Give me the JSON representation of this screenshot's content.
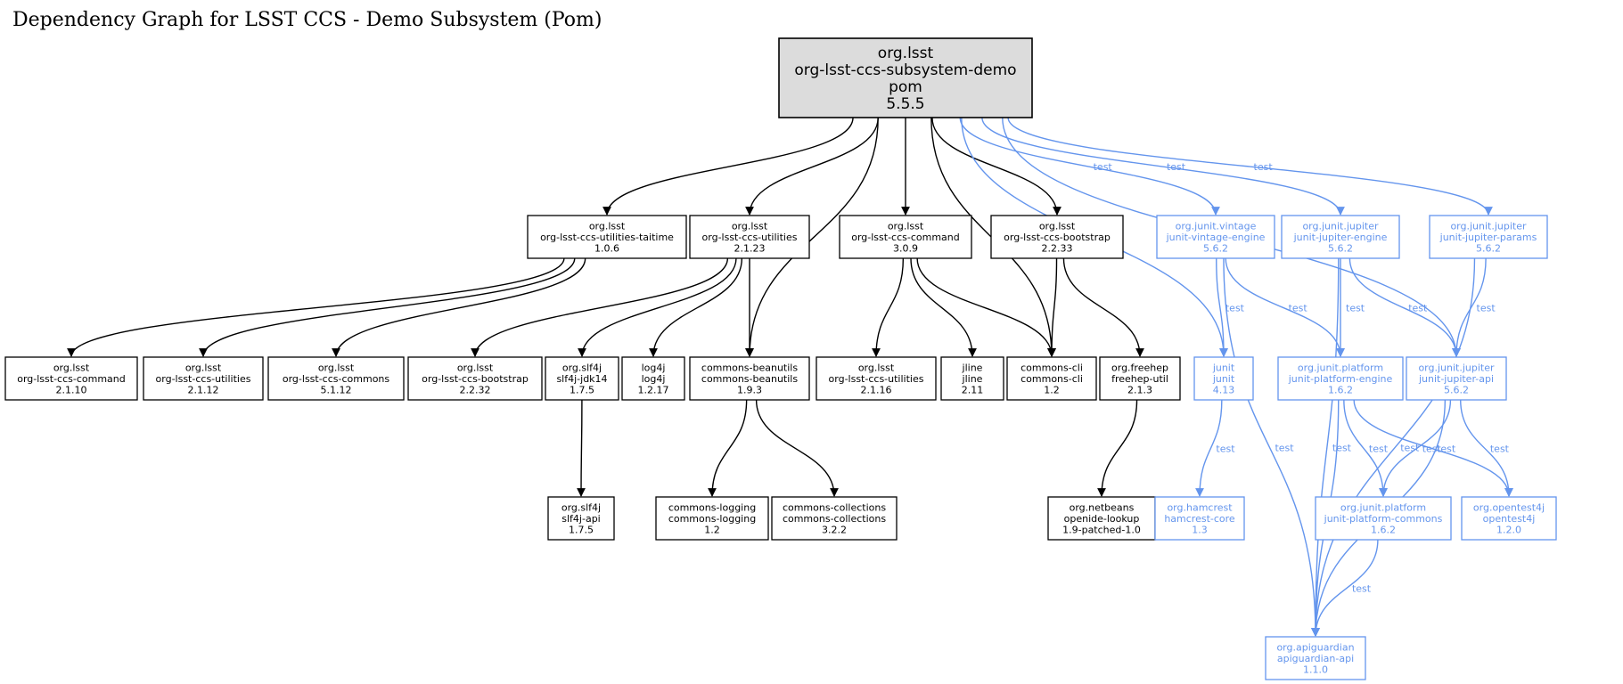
{
  "title": "Dependency Graph for LSST CCS - Demo Subsystem (Pom)",
  "colors": {
    "compile": "#000000",
    "test": "#6495ed",
    "root_fill": "#dcdcdc"
  },
  "nodes": [
    {
      "id": "root",
      "lines": [
        "org.lsst",
        "org-lsst-ccs-subsystem-demo",
        "pom",
        "5.5.5"
      ],
      "scope": "root"
    },
    {
      "id": "taitime",
      "lines": [
        "org.lsst",
        "org-lsst-ccs-utilities-taitime",
        "1.0.6"
      ],
      "scope": "compile"
    },
    {
      "id": "utilities2123",
      "lines": [
        "org.lsst",
        "org-lsst-ccs-utilities",
        "2.1.23"
      ],
      "scope": "compile"
    },
    {
      "id": "command309",
      "lines": [
        "org.lsst",
        "org-lsst-ccs-command",
        "3.0.9"
      ],
      "scope": "compile"
    },
    {
      "id": "bootstrap2233",
      "lines": [
        "org.lsst",
        "org-lsst-ccs-bootstrap",
        "2.2.33"
      ],
      "scope": "compile"
    },
    {
      "id": "vintage",
      "lines": [
        "org.junit.vintage",
        "junit-vintage-engine",
        "5.6.2"
      ],
      "scope": "test"
    },
    {
      "id": "jupiterengine",
      "lines": [
        "org.junit.jupiter",
        "junit-jupiter-engine",
        "5.6.2"
      ],
      "scope": "test"
    },
    {
      "id": "jupiterparams",
      "lines": [
        "org.junit.jupiter",
        "junit-jupiter-params",
        "5.6.2"
      ],
      "scope": "test"
    },
    {
      "id": "command2110",
      "lines": [
        "org.lsst",
        "org-lsst-ccs-command",
        "2.1.10"
      ],
      "scope": "compile"
    },
    {
      "id": "utilities2112",
      "lines": [
        "org.lsst",
        "org-lsst-ccs-utilities",
        "2.1.12"
      ],
      "scope": "compile"
    },
    {
      "id": "commons5112",
      "lines": [
        "org.lsst",
        "org-lsst-ccs-commons",
        "5.1.12"
      ],
      "scope": "compile"
    },
    {
      "id": "bootstrap2232",
      "lines": [
        "org.lsst",
        "org-lsst-ccs-bootstrap",
        "2.2.32"
      ],
      "scope": "compile"
    },
    {
      "id": "slf4jjdk14",
      "lines": [
        "org.slf4j",
        "slf4j-jdk14",
        "1.7.5"
      ],
      "scope": "compile"
    },
    {
      "id": "log4j",
      "lines": [
        "log4j",
        "log4j",
        "1.2.17"
      ],
      "scope": "compile"
    },
    {
      "id": "beanutils",
      "lines": [
        "commons-beanutils",
        "commons-beanutils",
        "1.9.3"
      ],
      "scope": "compile"
    },
    {
      "id": "utilities2116",
      "lines": [
        "org.lsst",
        "org-lsst-ccs-utilities",
        "2.1.16"
      ],
      "scope": "compile"
    },
    {
      "id": "jline",
      "lines": [
        "jline",
        "jline",
        "2.11"
      ],
      "scope": "compile"
    },
    {
      "id": "commonscli",
      "lines": [
        "commons-cli",
        "commons-cli",
        "1.2"
      ],
      "scope": "compile"
    },
    {
      "id": "freehep",
      "lines": [
        "org.freehep",
        "freehep-util",
        "2.1.3"
      ],
      "scope": "compile"
    },
    {
      "id": "junit",
      "lines": [
        "junit",
        "junit",
        "4.13"
      ],
      "scope": "test"
    },
    {
      "id": "platformengine",
      "lines": [
        "org.junit.platform",
        "junit-platform-engine",
        "1.6.2"
      ],
      "scope": "test"
    },
    {
      "id": "jupiterapi",
      "lines": [
        "org.junit.jupiter",
        "junit-jupiter-api",
        "5.6.2"
      ],
      "scope": "test"
    },
    {
      "id": "slf4japi",
      "lines": [
        "org.slf4j",
        "slf4j-api",
        "1.7.5"
      ],
      "scope": "compile"
    },
    {
      "id": "commonslogging",
      "lines": [
        "commons-logging",
        "commons-logging",
        "1.2"
      ],
      "scope": "compile"
    },
    {
      "id": "commonscollections",
      "lines": [
        "commons-collections",
        "commons-collections",
        "3.2.2"
      ],
      "scope": "compile"
    },
    {
      "id": "openide",
      "lines": [
        "org.netbeans",
        "openide-lookup",
        "1.9-patched-1.0"
      ],
      "scope": "compile"
    },
    {
      "id": "hamcrest",
      "lines": [
        "org.hamcrest",
        "hamcrest-core",
        "1.3"
      ],
      "scope": "test"
    },
    {
      "id": "platformcommons",
      "lines": [
        "org.junit.platform",
        "junit-platform-commons",
        "1.6.2"
      ],
      "scope": "test"
    },
    {
      "id": "opentest4j",
      "lines": [
        "org.opentest4j",
        "opentest4j",
        "1.2.0"
      ],
      "scope": "test"
    },
    {
      "id": "apiguardian",
      "lines": [
        "org.apiguardian",
        "apiguardian-api",
        "1.1.0"
      ],
      "scope": "test"
    }
  ],
  "edges": [
    {
      "from": "root",
      "to": "taitime",
      "label": ""
    },
    {
      "from": "root",
      "to": "utilities2123",
      "label": ""
    },
    {
      "from": "root",
      "to": "beanutils",
      "label": ""
    },
    {
      "from": "root",
      "to": "command309",
      "label": ""
    },
    {
      "from": "root",
      "to": "commonscli",
      "label": ""
    },
    {
      "from": "root",
      "to": "bootstrap2233",
      "label": ""
    },
    {
      "from": "root",
      "to": "junit",
      "label": "test"
    },
    {
      "from": "root",
      "to": "vintage",
      "label": "test"
    },
    {
      "from": "root",
      "to": "jupiterengine",
      "label": "test"
    },
    {
      "from": "root",
      "to": "jupiterapi",
      "label": "test"
    },
    {
      "from": "root",
      "to": "jupiterparams",
      "label": "test"
    },
    {
      "from": "taitime",
      "to": "command2110",
      "label": ""
    },
    {
      "from": "taitime",
      "to": "utilities2112",
      "label": ""
    },
    {
      "from": "taitime",
      "to": "commons5112",
      "label": ""
    },
    {
      "from": "utilities2123",
      "to": "bootstrap2232",
      "label": ""
    },
    {
      "from": "utilities2123",
      "to": "slf4jjdk14",
      "label": ""
    },
    {
      "from": "utilities2123",
      "to": "log4j",
      "label": ""
    },
    {
      "from": "utilities2123",
      "to": "beanutils",
      "label": ""
    },
    {
      "from": "command309",
      "to": "utilities2116",
      "label": ""
    },
    {
      "from": "command309",
      "to": "jline",
      "label": ""
    },
    {
      "from": "command309",
      "to": "commonscli",
      "label": ""
    },
    {
      "from": "bootstrap2233",
      "to": "commonscli",
      "label": ""
    },
    {
      "from": "bootstrap2233",
      "to": "freehep",
      "label": ""
    },
    {
      "from": "slf4jjdk14",
      "to": "slf4japi",
      "label": ""
    },
    {
      "from": "beanutils",
      "to": "commonslogging",
      "label": ""
    },
    {
      "from": "beanutils",
      "to": "commonscollections",
      "label": ""
    },
    {
      "from": "freehep",
      "to": "openide",
      "label": ""
    },
    {
      "from": "vintage",
      "to": "junit",
      "label": "test"
    },
    {
      "from": "vintage",
      "to": "platformengine",
      "label": "test"
    },
    {
      "from": "vintage",
      "to": "apiguardian",
      "label": "test"
    },
    {
      "from": "jupiterengine",
      "to": "platformengine",
      "label": "test"
    },
    {
      "from": "jupiterengine",
      "to": "jupiterapi",
      "label": "test"
    },
    {
      "from": "jupiterengine",
      "to": "apiguardian",
      "label": "test"
    },
    {
      "from": "jupiterparams",
      "to": "jupiterapi",
      "label": "test"
    },
    {
      "from": "jupiterparams",
      "to": "apiguardian",
      "label": "test"
    },
    {
      "from": "junit",
      "to": "hamcrest",
      "label": "test"
    },
    {
      "from": "platformengine",
      "to": "platformcommons",
      "label": "test"
    },
    {
      "from": "platformengine",
      "to": "opentest4j",
      "label": "test"
    },
    {
      "from": "platformengine",
      "to": "apiguardian",
      "label": "test"
    },
    {
      "from": "jupiterapi",
      "to": "platformcommons",
      "label": "test"
    },
    {
      "from": "jupiterapi",
      "to": "opentest4j",
      "label": "test"
    },
    {
      "from": "jupiterapi",
      "to": "apiguardian",
      "label": "test"
    },
    {
      "from": "platformcommons",
      "to": "apiguardian",
      "label": "test"
    }
  ]
}
